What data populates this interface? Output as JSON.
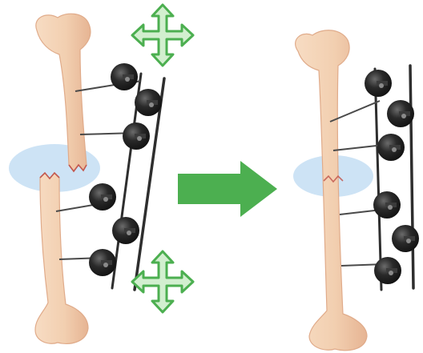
{
  "colors": {
    "bone_fill": "#f3d3b7",
    "bone_shade": "#e4b08f",
    "bone_outline": "#d9a07f",
    "fracture_zone": "#bcd9f1",
    "fracture_line": "#c2574e",
    "fixator_rod": "#3a3a3a",
    "clamp_dark": "#1c1c1c",
    "clamp_highlight": "#6b6b6b",
    "pin": "#4a4a4a",
    "transition_arrow": "#4caf50",
    "move_arrow_fill": "#d2efcf",
    "move_arrow_stroke": "#4caf50"
  },
  "icons": {
    "top_move": "four-way-arrow-icon",
    "bottom_move": "four-way-arrow-icon",
    "transition": "right-arrow-icon"
  },
  "panels": [
    {
      "state": "fractured bone with external fixator",
      "fracture": "gap",
      "clamps": 6
    },
    {
      "state": "healed bone with external fixator",
      "fracture": "closed",
      "clamps": 6
    }
  ]
}
